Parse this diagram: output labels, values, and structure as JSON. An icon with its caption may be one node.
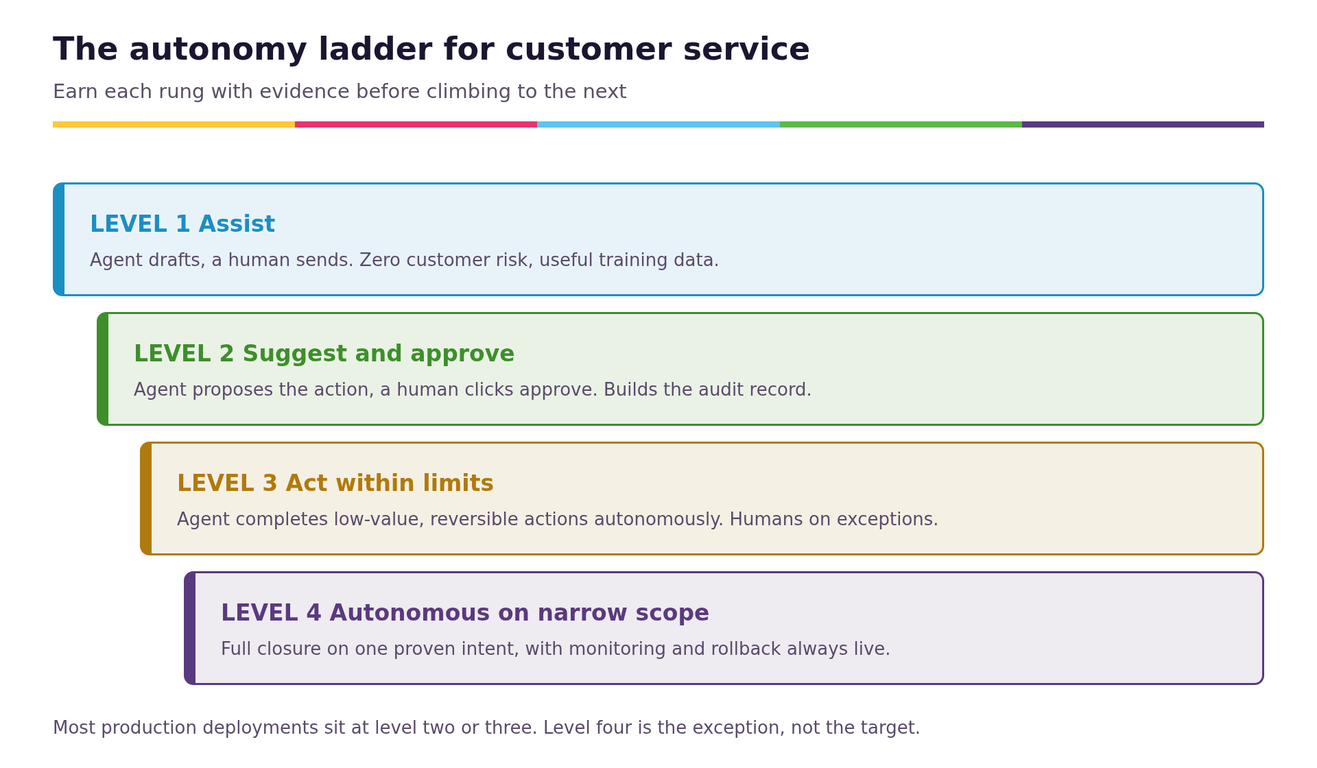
{
  "diagram": {
    "title": "The autonomy ladder for customer service",
    "labels": [
      "Earn each rung with evidence before climbing to the next"
    ],
    "nodes": [
      {
        "text": [
          "LEVEL 1 Assist",
          "Agent drafts, a human sends. Zero customer risk, useful training data."
        ]
      },
      {
        "text": [
          "LEVEL 2 Suggest and approve",
          "Agent proposes the action, a human clicks approve. Builds the audit record."
        ]
      },
      {
        "text": [
          "LEVEL 3 Act within limits",
          "Agent completes low-value, reversible actions autonomously. Humans on exceptions."
        ]
      },
      {
        "text": [
          "LEVEL 4 Autonomous on narrow scope",
          "Full closure on one proven intent, with monitoring and rollback always live."
        ]
      }
    ],
    "caption": "Most production deployments sit at level two or three. Level four is the exception, not the target."
  }
}
